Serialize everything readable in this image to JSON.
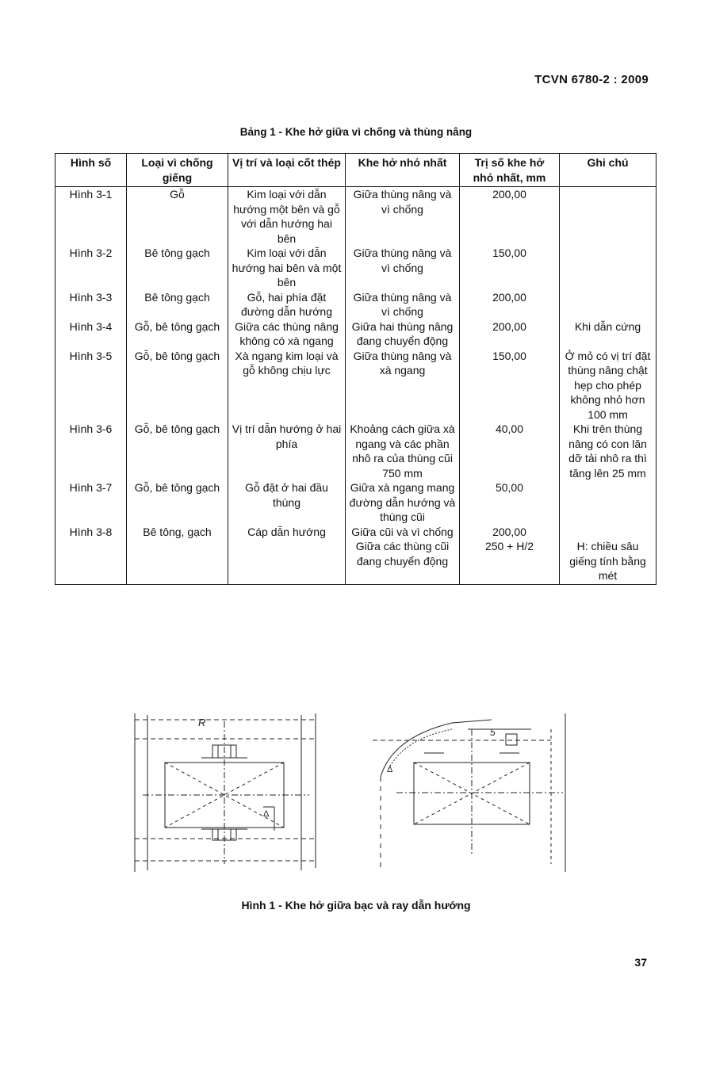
{
  "header": {
    "standard_code": "TCVN 6780-2 : 2009"
  },
  "table": {
    "title": "Bảng 1 - Khe hở giữa vì chống và thùng nâng",
    "columns": [
      "Hình số",
      "Loại vì chống giếng",
      "Vị trí và loại cốt thép",
      "Khe hở nhỏ nhất",
      "Trị số khe hở nhỏ nhất, mm",
      "Ghi chú"
    ],
    "rows": [
      [
        "Hình 3-1",
        "Gỗ",
        "Kim loại với dẫn hướng một bên và gỗ với dẫn hướng hai bên",
        "Giữa thùng nâng và vì chống",
        "200,00",
        ""
      ],
      [
        "Hình 3-2",
        "Bê tông gạch",
        "Kim loại với dẫn hướng hai bên và một bên",
        "Giữa thùng nâng và vì chống",
        "150,00",
        ""
      ],
      [
        "Hình 3-3",
        "Bê tông gạch",
        "Gỗ, hai phía đặt đường dẫn hướng",
        "Giữa thùng nâng và vì chống",
        "200,00",
        ""
      ],
      [
        "Hình 3-4",
        "Gỗ, bê tông gạch",
        "Giữa các thùng nâng không có xà ngang",
        "Giữa hai thùng nâng đang chuyển động",
        "200,00",
        "Khi dẫn cứng"
      ],
      [
        "Hình 3-5",
        "Gỗ, bê tông gạch",
        "Xà ngang kim loại và gỗ không chịu lực",
        "Giữa thùng nâng và xà ngang",
        "150,00",
        "Ở mỏ có vị trí đặt thùng nâng chật hẹp cho phép không nhỏ hơn 100 mm"
      ],
      [
        "Hình 3-6",
        "Gỗ, bê tông gạch",
        "Vị trí dẫn hướng ở hai phía",
        "Khoảng cách giữa xà ngang và các phần nhô ra của thùng cũi 750 mm",
        "40,00",
        "Khi trên thùng nâng có con lăn dỡ tải nhô ra thì tăng lên 25 mm"
      ],
      [
        "Hình 3-7",
        "Gỗ, bê tông gạch",
        "Gỗ đặt ở hai đầu thùng",
        "Giữa xà ngang mang đường dẫn hướng và thùng cũi",
        "50,00",
        ""
      ],
      [
        "Hình 3-8",
        "Bê tông, gạch",
        "Cáp dẫn hướng",
        "Giữa cũi và vì chống",
        "200,00",
        ""
      ],
      [
        "",
        "",
        "",
        "Giữa các thùng cũi đang chuyển động",
        "250 + H/2",
        "H: chiều sâu giếng tính bằng mét"
      ]
    ]
  },
  "figure": {
    "left_labels": {
      "top": "R",
      "mid": "Δ"
    },
    "right_labels": {
      "top": "5",
      "side": "Δ"
    },
    "caption": "Hình 1 - Khe hở giữa bạc và ray dẫn hướng"
  },
  "footer": {
    "page_number": "37"
  }
}
